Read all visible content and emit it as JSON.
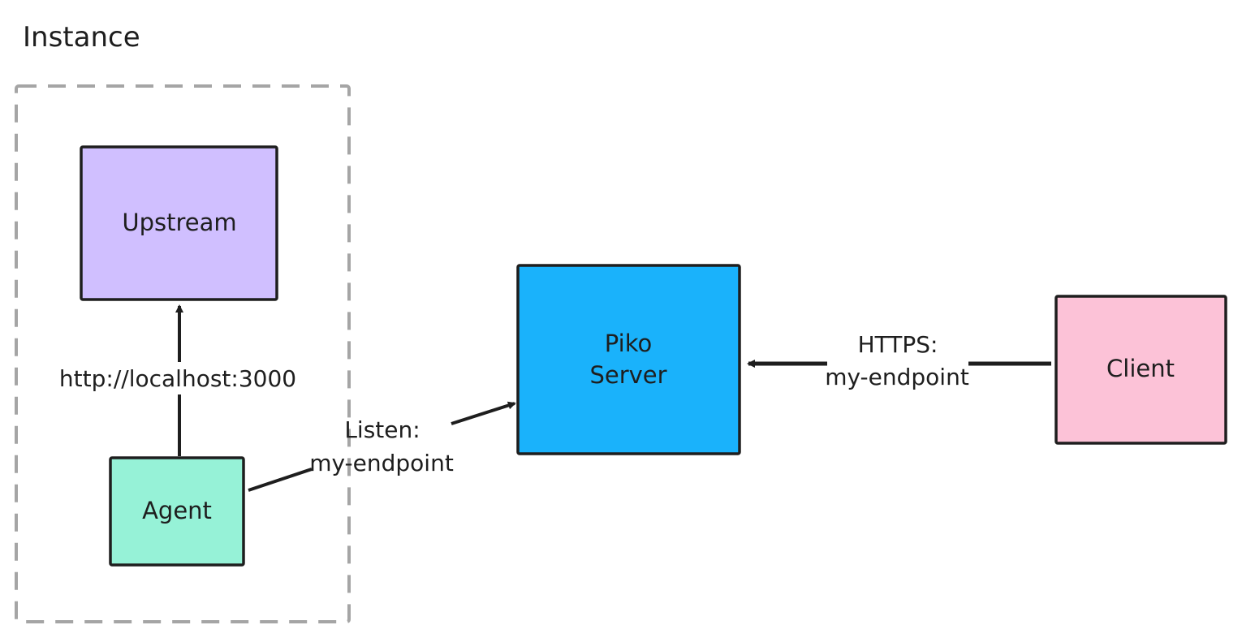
{
  "diagram": {
    "group": {
      "label": "Instance"
    },
    "nodes": {
      "upstream": {
        "label": "Upstream",
        "fill": "#d0bfff"
      },
      "agent": {
        "label": "Agent",
        "fill": "#96f2d7"
      },
      "server": {
        "line1": "Piko",
        "line2": "Server",
        "fill": "#1ab2fb"
      },
      "client": {
        "label": "Client",
        "fill": "#fcc2d7"
      }
    },
    "edges": {
      "agent_upstream": {
        "label": "http://localhost:3000"
      },
      "agent_server": {
        "line1": "Listen:",
        "line2": "my-endpoint"
      },
      "client_server": {
        "line1": "HTTPS:",
        "line2": "my-endpoint"
      }
    },
    "colors": {
      "stroke": "#1e1e1e",
      "group_border": "#a5a5a5"
    }
  }
}
